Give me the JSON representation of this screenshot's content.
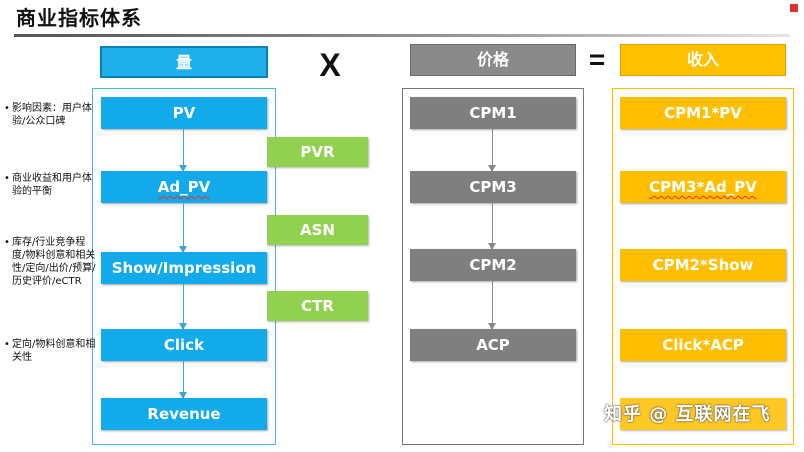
{
  "title": "商业指标体系",
  "headers": {
    "volume": "量",
    "multiply": "X",
    "price": "价格",
    "equals": "=",
    "income": "收入"
  },
  "volume_boxes": [
    "PV",
    "Ad_PV",
    "Show/Impression",
    "Click",
    "Revenue"
  ],
  "rate_boxes": [
    "PVR",
    "ASN",
    "CTR"
  ],
  "price_boxes": [
    "CPM1",
    "CPM3",
    "CPM2",
    "ACP"
  ],
  "income_boxes": [
    "CPM1*PV",
    "CPM3*Ad_PV",
    "CPM2*Show",
    "Click*ACP"
  ],
  "notes": [
    "影响因素：用户体验/公众口碑",
    "商业收益和用户体验的平衡",
    "库存/行业竞争程度/物料创意和相关性/定向/出价/预算/历史评价/eCTR",
    "定向/物料创意和相关性"
  ],
  "watermark": "知乎 @ 互联网在飞",
  "colors": {
    "volume_blue": "#12aaeb",
    "rate_green": "#92d050",
    "price_gray": "#7f7f7f",
    "income_yellow": "#ffbf00"
  }
}
